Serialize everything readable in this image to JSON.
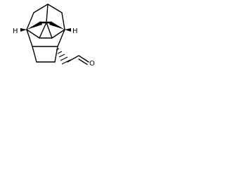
{
  "molecule": {
    "atoms": {
      "h_left": "H",
      "h_right": "H",
      "oxygen": "O"
    }
  },
  "colors": {
    "bond": "#000000",
    "background": "#ffffff"
  }
}
